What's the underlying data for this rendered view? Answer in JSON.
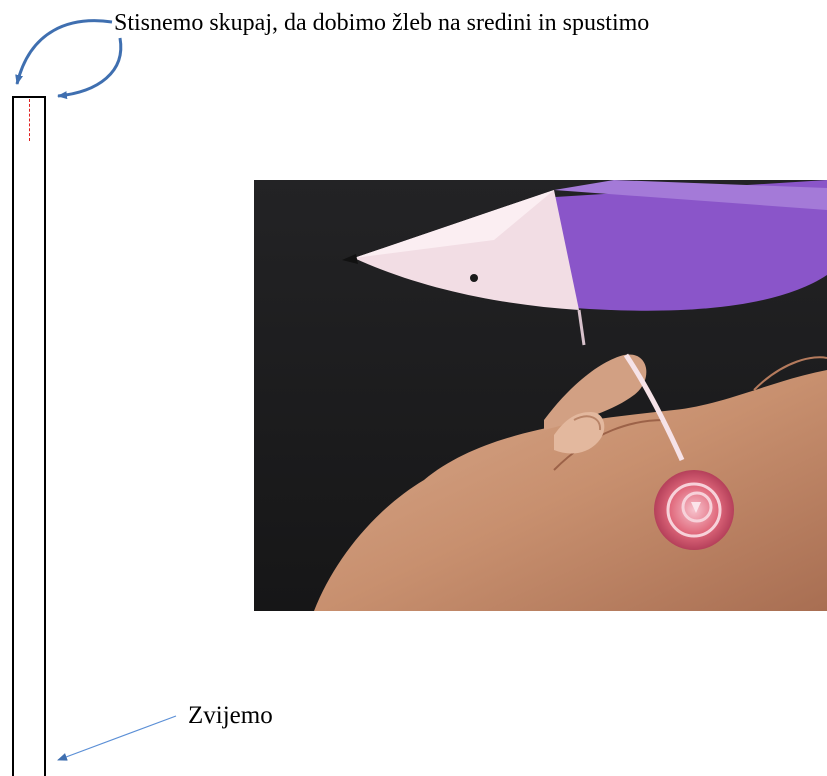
{
  "captions": {
    "top": "Stisnemo skupaj, da dobimo žleb na sredini in spustimo",
    "bottom": "Zvijemo"
  },
  "photo": {
    "subject": "paper-bird-and-rolled-paper-rose-in-hand"
  },
  "colors": {
    "arrow": "#3f6fb0",
    "cut_line": "#e02020",
    "strip_border": "#000000",
    "photo_background": "#1e1e20",
    "bird_purple": "#8a55c9",
    "rose_pink": "#e0697c"
  }
}
